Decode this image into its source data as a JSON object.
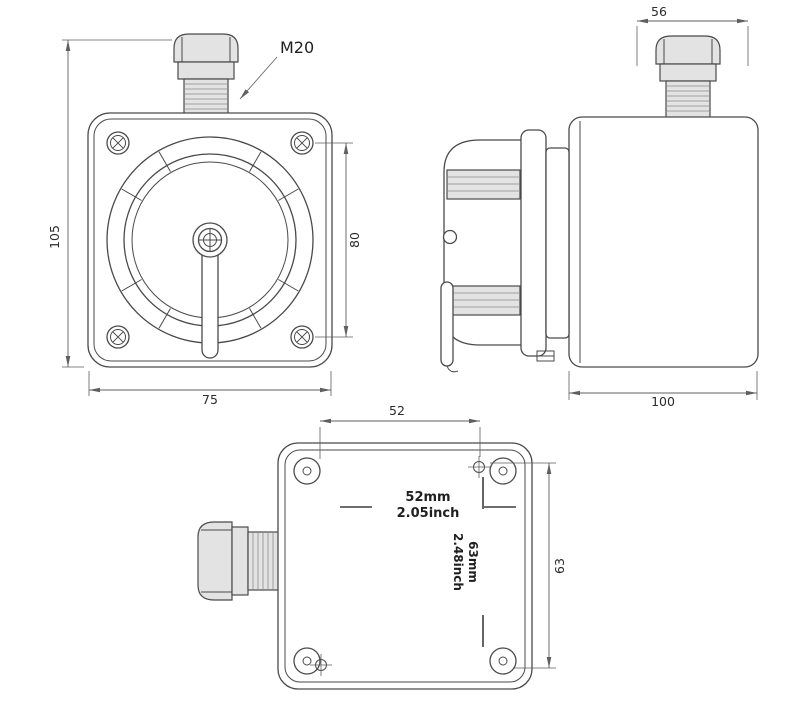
{
  "colors": {
    "outline": "#4a4a4a",
    "dimension": "#5f5f5f",
    "fill_light": "#e3e3e3",
    "background": "#ffffff",
    "text": "#2b2b2b"
  },
  "front_view": {
    "gland_label": "M20",
    "dim_overall_height": "105",
    "dim_hole_spacing_vertical": "80",
    "dim_width": "75"
  },
  "side_view": {
    "dim_gland_width": "56",
    "dim_depth": "100"
  },
  "bottom_view": {
    "dim_hole_spacing_horizontal": "52",
    "dim_hole_spacing_vertical": "63",
    "marking_width_mm": "52mm",
    "marking_width_inch": "2.05inch",
    "marking_height_mm": "63mm",
    "marking_height_inch": "2.48inch"
  }
}
